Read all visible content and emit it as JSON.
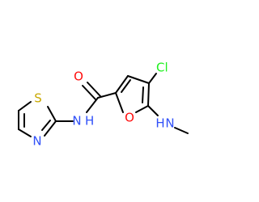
{
  "colors": {
    "bond": "#000000",
    "carbon": "#000000",
    "oxygen": "#ff0d0d",
    "nitrogen": "#3050f8",
    "sulfur": "#c8a800",
    "chlorine": "#1ff01f",
    "background": "#ffffff"
  },
  "atoms": {
    "carbonyl_oxygen": {
      "text": "O",
      "element": "oxygen"
    },
    "amide_nitrogen": {
      "text": "N",
      "element": "nitrogen"
    },
    "amide_hydrogen": {
      "text": "H",
      "element": "nitrogen"
    },
    "furan_oxygen": {
      "text": "O",
      "element": "oxygen"
    },
    "chlorine": {
      "text": "Cl",
      "element": "chlorine"
    },
    "methylamino_nitrogen": {
      "text": "N",
      "element": "nitrogen"
    },
    "methylamino_hydrogen": {
      "text": "H",
      "element": "nitrogen"
    },
    "thiazole_sulfur": {
      "text": "S",
      "element": "sulfur"
    },
    "thiazole_nitrogen": {
      "text": "N",
      "element": "nitrogen"
    }
  }
}
